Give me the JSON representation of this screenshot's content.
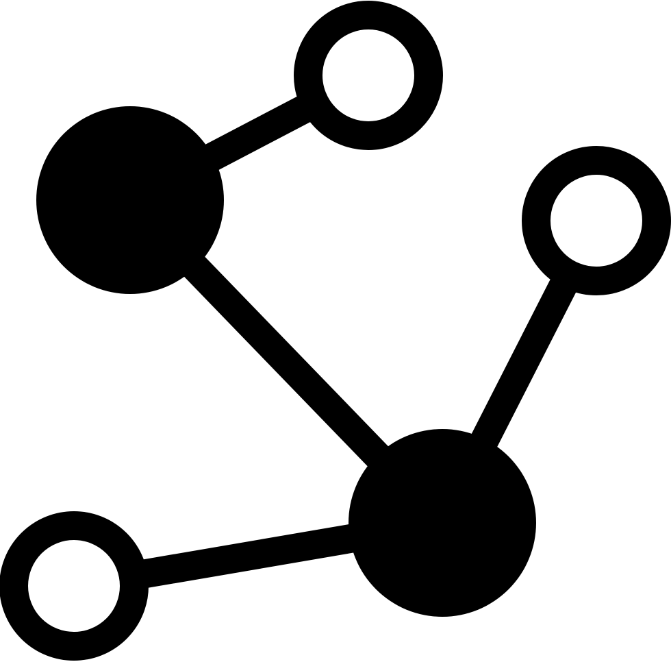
{
  "icon": {
    "name": "network-share-icon",
    "color": "#000000",
    "background": "#ffffff",
    "filled_nodes": 2,
    "hollow_nodes": 3,
    "connections": 4
  }
}
